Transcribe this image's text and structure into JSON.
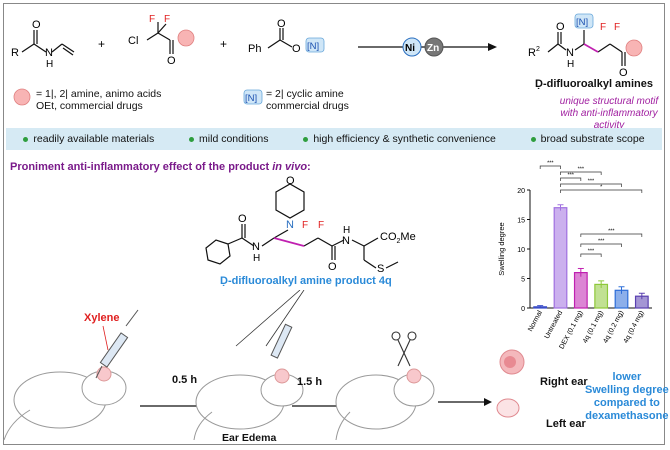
{
  "reaction": {
    "r_label": "R",
    "nh": "H",
    "o": "O",
    "n": "N",
    "f": "F",
    "cl": "Cl",
    "plus": "+",
    "ph": "Ph",
    "n_box": "[N]",
    "r2": "R",
    "r2_sup": "2",
    "ni": "Ni",
    "zn": "Zn"
  },
  "legend": {
    "pink_line1": "= 1|, 2| amine, animo acids",
    "pink_line2": "OEt, commercial drugs",
    "n_line1": "= 2| cyclic amine",
    "n_line2": "commercial drugs"
  },
  "product": {
    "name": "Ḍ-difluoroalkyl amines",
    "motif_line1": "unique structural motif",
    "motif_line2": "with anti-inflammatory activity"
  },
  "features": [
    "readily available materials",
    "mild conditions",
    "high efficiency & synthetic convenience",
    "broad substrate scope"
  ],
  "effect": {
    "title_main": "Proniment anti-inflammatory effect of the product",
    "title_italic": "in vivo",
    "title_end": ":"
  },
  "compound_4q": {
    "name": "Ḍ-difluoroalkyl amine product 4q",
    "co2me": "CO",
    "co2me_sub": "2",
    "me": "Me",
    "s": "S",
    "h": "H"
  },
  "experiment": {
    "xylene": "Xylene",
    "time1": "0.5 h",
    "time2": "1.5 h",
    "ear_edema": "Ear Edema",
    "right_ear": "Right ear",
    "left_ear": "Left ear",
    "conclusion_1": "lower",
    "conclusion_2": "Swelling degree",
    "conclusion_3": "compared to",
    "conclusion_4": "dexamethasone"
  },
  "chart_data": {
    "type": "bar",
    "title": "",
    "xlabel": "",
    "ylabel": "Swelling degree",
    "ylim": [
      0,
      20
    ],
    "yticks": [
      0,
      5,
      10,
      15,
      20
    ],
    "categories": [
      "Normal",
      "Untreated",
      "DEX (0.1 mg)",
      "4q (0.1 mg)",
      "4q (0.2 mg)",
      "4q (0.4 mg)"
    ],
    "values": [
      0.2,
      17.0,
      6.0,
      4.0,
      3.0,
      2.0
    ],
    "errors": [
      0.2,
      0.5,
      0.7,
      0.6,
      0.6,
      0.5
    ],
    "colors": [
      "#3a4cc8",
      "#a070e0",
      "#c020b0",
      "#8ec83a",
      "#2e6ed8",
      "#5a40b0"
    ],
    "significance": [
      "***",
      "***",
      "***",
      "***",
      "*",
      "***",
      "***"
    ]
  }
}
